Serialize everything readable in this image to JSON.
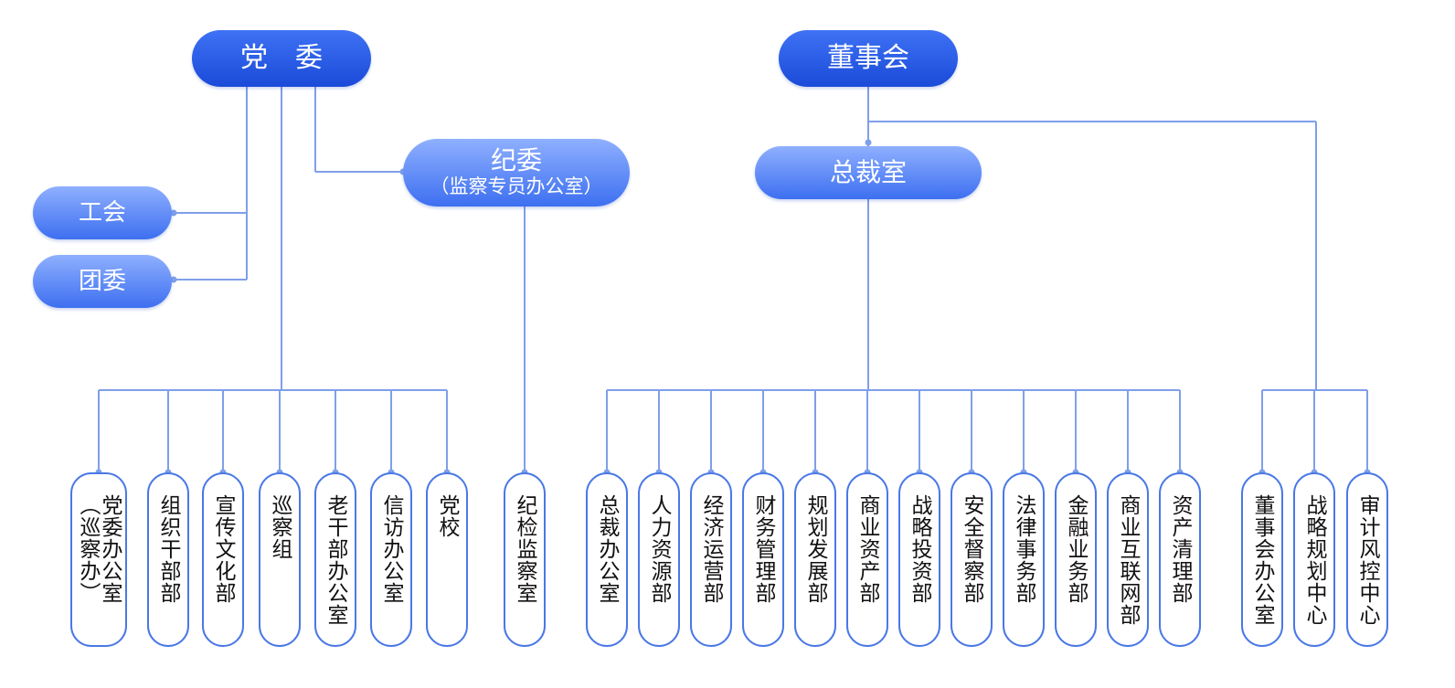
{
  "top_nodes": {
    "party_committee": "党　委",
    "board": "董事会",
    "union": "工会",
    "youth_league": "团委",
    "discipline_main": "纪委",
    "discipline_sub": "（监察专员办公室）",
    "president_office": "总裁室"
  },
  "party_depts": [
    "党委办公室",
    "组织干部部",
    "宣传文化部",
    "巡察组",
    "老干部办公室",
    "信访办公室",
    "党校"
  ],
  "party_office_lines": [
    "（巡察办）",
    "党委办公室"
  ],
  "discipline_dept": "纪检监察室",
  "president_depts": [
    "总裁办公室",
    "人力资源部",
    "经济运营部",
    "财务管理部",
    "规划发展部",
    "商业资产部",
    "战略投资部",
    "安全督察部",
    "法律事务部",
    "金融业务部",
    "商业互联网部",
    "资产清理部"
  ],
  "board_depts": [
    "董事会办公室",
    "战略规划中心",
    "审计风控中心"
  ],
  "colors": {
    "line": "#7f9fe8",
    "pill_dark": "#1a4ad8",
    "pill_light": "#3d6ff0",
    "dept_border": "#4a78e6"
  }
}
